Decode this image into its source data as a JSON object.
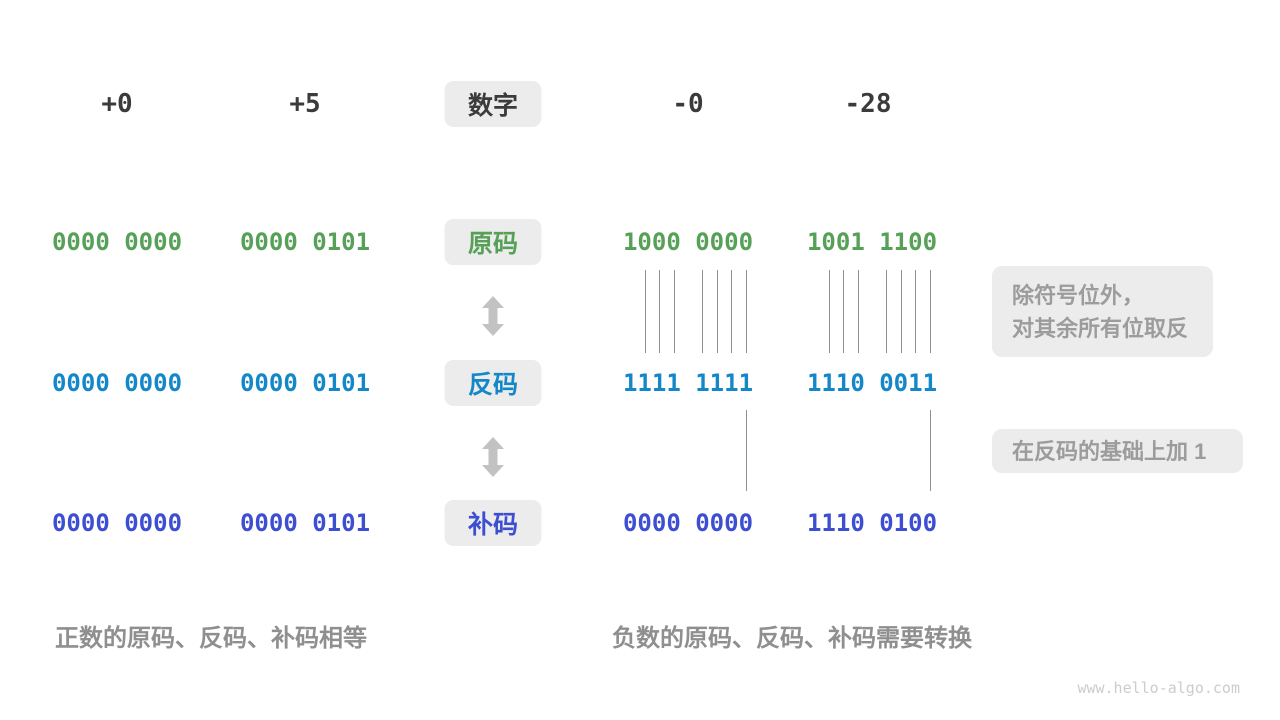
{
  "header": {
    "label": "数字",
    "values": [
      "+0",
      "+5",
      "-0",
      "-28"
    ]
  },
  "rows": [
    {
      "id": "sign-magnitude",
      "label": "原码",
      "values": [
        "0000 0000",
        "0000 0101",
        "1000 0000",
        "1001 1100"
      ]
    },
    {
      "id": "ones-complement",
      "label": "反码",
      "values": [
        "0000 0000",
        "0000 0101",
        "1111 1111",
        "1110 0011"
      ]
    },
    {
      "id": "twos-complement",
      "label": "补码",
      "values": [
        "0000 0000",
        "0000 0101",
        "0000 0000",
        "1110 0100"
      ]
    }
  ],
  "annotations": {
    "invert_line1": "除符号位外，",
    "invert_line2": "对其余所有位取反",
    "add_one": "在反码的基础上加 1"
  },
  "captions": {
    "positive": "正数的原码、反码、补码相等",
    "negative": "负数的原码、反码、补码需要转换"
  },
  "watermark": "www.hello-algo.com",
  "colors": {
    "sign_green": "#57a057",
    "ones_blue": "#1487c8",
    "twos_indigo": "#3d4ed0",
    "box_gray": "#ececec",
    "annotation_text": "#9c9c9c"
  }
}
